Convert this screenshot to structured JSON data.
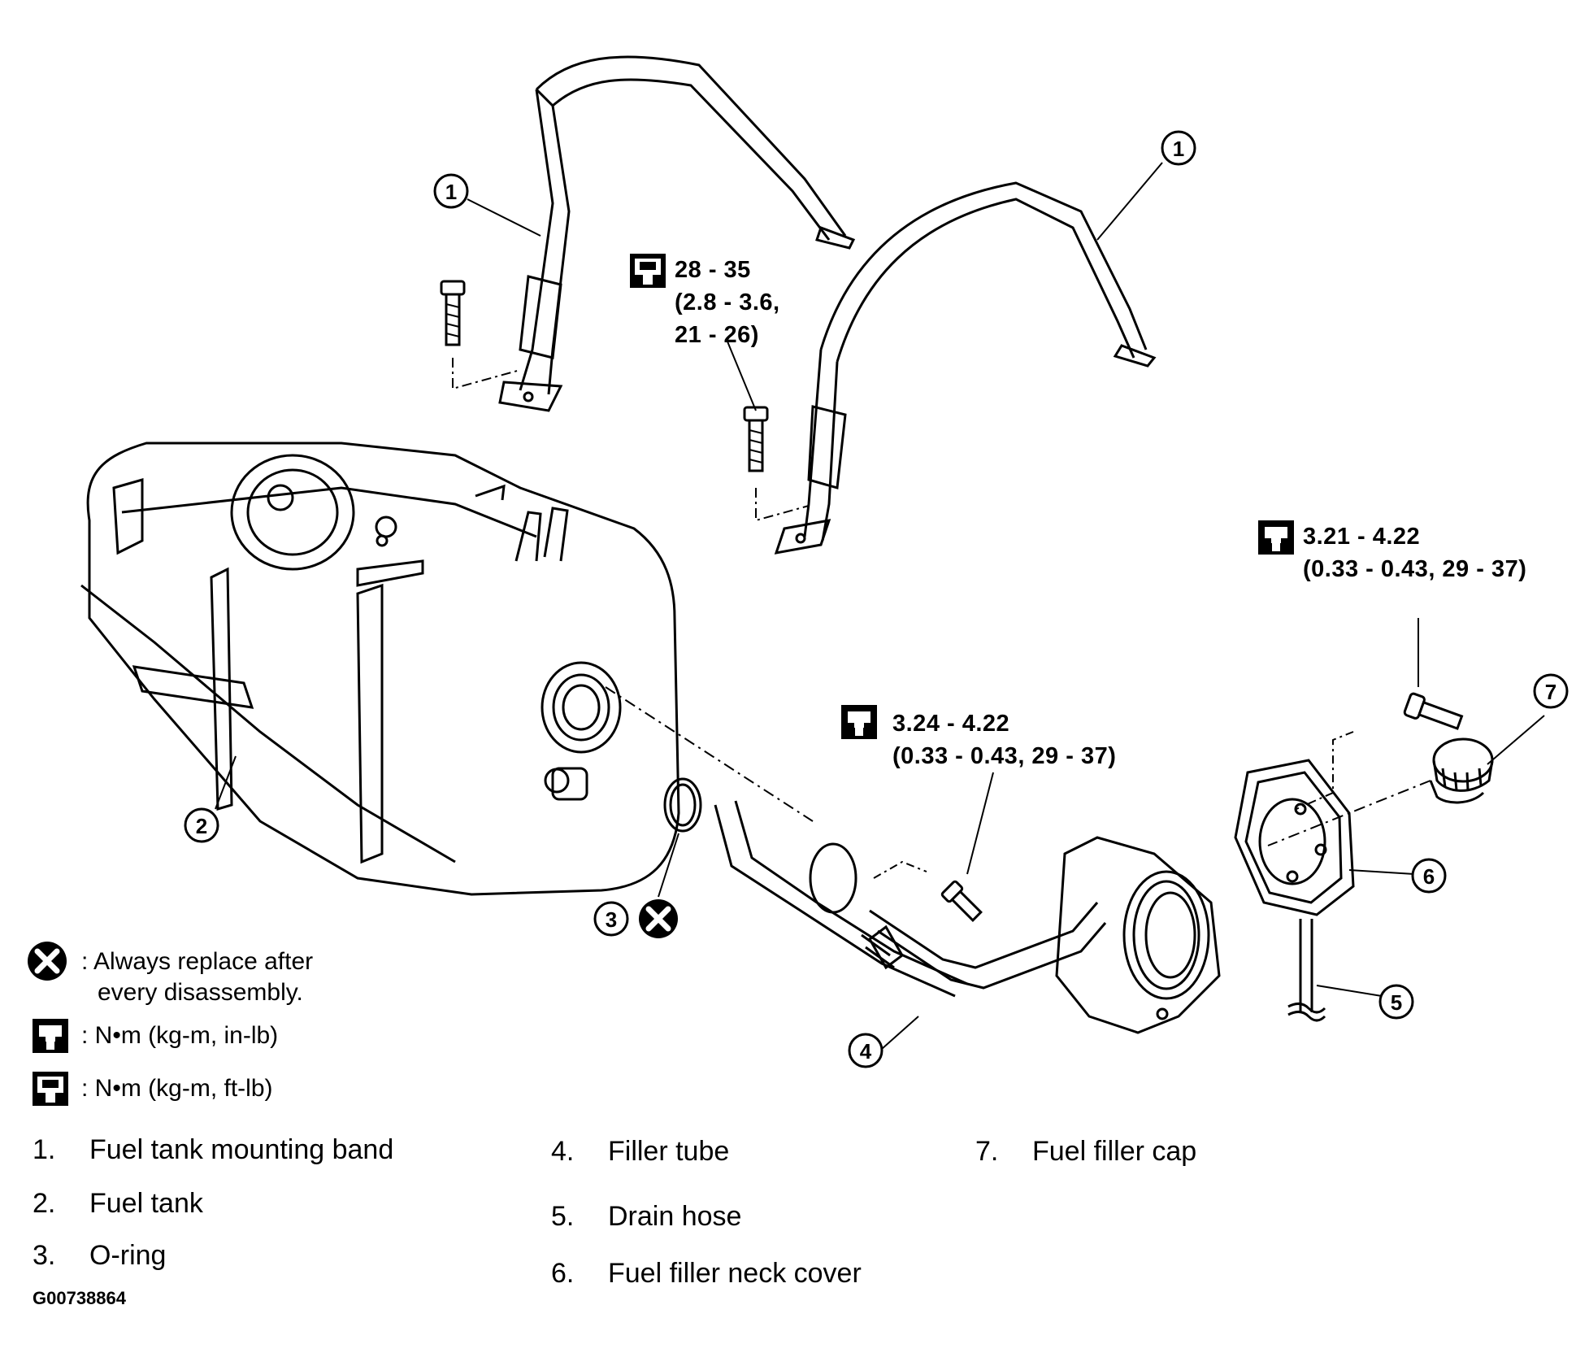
{
  "callouts": [
    "1",
    "1",
    "2",
    "3",
    "4",
    "5",
    "6",
    "7"
  ],
  "torque_specs": {
    "band_bolt": [
      "28 - 35",
      "(2.8 - 3.6,",
      "21 - 26)"
    ],
    "filler_tube_bolt": [
      "3.24 - 4.22",
      "(0.33 - 0.43, 29 - 37)"
    ],
    "neck_cover_bolt": [
      "3.21 - 4.22",
      "(0.33 - 0.43, 29 - 37)"
    ]
  },
  "legend": {
    "replace": {
      "icon": "replace-x-icon",
      "line1": ": Always replace after",
      "line2": "every disassembly."
    },
    "in_lb": {
      "icon": "torque-wrench-in-lb-icon",
      "text": ":  N•m  (kg-m,  in-lb)"
    },
    "ft_lb": {
      "icon": "torque-wrench-ft-lb-icon",
      "text": ":  N•m  (kg-m,  ft-lb)"
    }
  },
  "parts": [
    {
      "num": "1.",
      "name": "Fuel tank mounting band"
    },
    {
      "num": "2.",
      "name": "Fuel tank"
    },
    {
      "num": "3.",
      "name": "O-ring"
    },
    {
      "num": "4.",
      "name": "Filler tube"
    },
    {
      "num": "5.",
      "name": "Drain hose"
    },
    {
      "num": "6.",
      "name": "Fuel filler neck cover"
    },
    {
      "num": "7.",
      "name": "Fuel filler cap"
    }
  ],
  "figure_id": "G00738864",
  "colors": {
    "ink": "#000000",
    "paper": "#ffffff"
  }
}
